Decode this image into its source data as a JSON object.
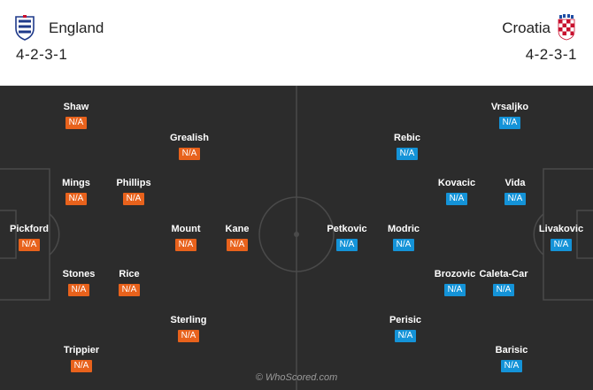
{
  "home": {
    "name": "England",
    "formation": "4-2-3-1",
    "rating_color": "#e8621c",
    "crest_icon": "england-three-lions-crest",
    "players": [
      {
        "name": "Shaw",
        "rating": "N/A"
      },
      {
        "name": "Grealish",
        "rating": "N/A"
      },
      {
        "name": "Mings",
        "rating": "N/A"
      },
      {
        "name": "Phillips",
        "rating": "N/A"
      },
      {
        "name": "Pickford",
        "rating": "N/A"
      },
      {
        "name": "Mount",
        "rating": "N/A"
      },
      {
        "name": "Kane",
        "rating": "N/A"
      },
      {
        "name": "Stones",
        "rating": "N/A"
      },
      {
        "name": "Rice",
        "rating": "N/A"
      },
      {
        "name": "Sterling",
        "rating": "N/A"
      },
      {
        "name": "Trippier",
        "rating": "N/A"
      }
    ]
  },
  "away": {
    "name": "Croatia",
    "formation": "4-2-3-1",
    "rating_color": "#1493d8",
    "crest_icon": "croatia-checkerboard-crest",
    "players": [
      {
        "name": "Vrsaljko",
        "rating": "N/A"
      },
      {
        "name": "Rebic",
        "rating": "N/A"
      },
      {
        "name": "Kovacic",
        "rating": "N/A"
      },
      {
        "name": "Vida",
        "rating": "N/A"
      },
      {
        "name": "Petkovic",
        "rating": "N/A"
      },
      {
        "name": "Modric",
        "rating": "N/A"
      },
      {
        "name": "Livakovic",
        "rating": "N/A"
      },
      {
        "name": "Brozovic",
        "rating": "N/A"
      },
      {
        "name": "Caleta-Car",
        "rating": "N/A"
      },
      {
        "name": "Perisic",
        "rating": "N/A"
      },
      {
        "name": "Barisic",
        "rating": "N/A"
      }
    ]
  },
  "pitch_color": "#2c2c2c",
  "watermark": "© WhoScored.com"
}
